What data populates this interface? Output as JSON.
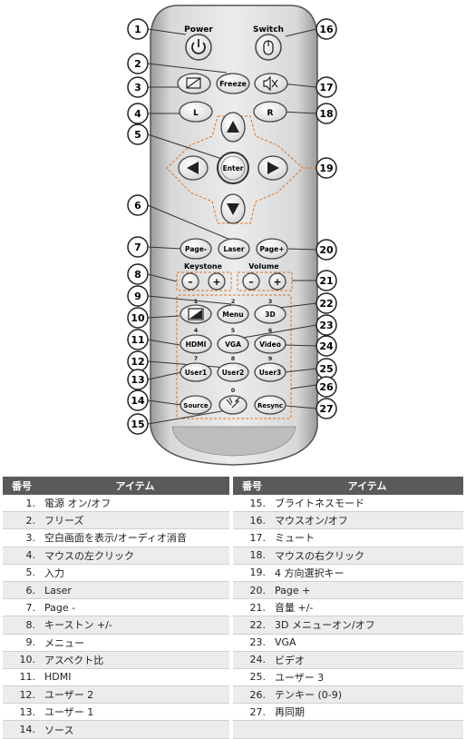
{
  "diagram": {
    "labels": {
      "power": "Power",
      "switch": "Switch",
      "freeze": "Freeze",
      "l": "L",
      "r": "R",
      "enter": "Enter",
      "laser": "Laser",
      "page_minus": "Page-",
      "page_plus": "Page+",
      "keystone": "Keystone",
      "volume": "Volume",
      "minus": "–",
      "plus": "+",
      "menu": "Menu",
      "three_d": "3D",
      "hdmi": "HDMI",
      "vga": "VGA",
      "video": "Video",
      "user1": "User1",
      "user2": "User2",
      "user3": "User3",
      "source": "Source",
      "resync": "Resync",
      "digit_1": "1",
      "digit_2": "2",
      "digit_3": "3",
      "digit_4": "4",
      "digit_5": "5",
      "digit_6": "6",
      "digit_7": "7",
      "digit_8": "8",
      "digit_9": "9",
      "digit_0": "0"
    },
    "callouts": [
      "1",
      "2",
      "3",
      "4",
      "5",
      "6",
      "7",
      "8",
      "9",
      "10",
      "11",
      "12",
      "13",
      "14",
      "15",
      "16",
      "17",
      "18",
      "19",
      "20",
      "21",
      "22",
      "23",
      "24",
      "25",
      "26",
      "27"
    ]
  },
  "table": {
    "header_num": "番号",
    "header_item": "アイテム",
    "left_rows": [
      {
        "num": "1.",
        "label": "電源 オン/オフ"
      },
      {
        "num": "2.",
        "label": "フリーズ"
      },
      {
        "num": "3.",
        "label": "空白画面を表示/オーディオ消音"
      },
      {
        "num": "4.",
        "label": "マウスの左クリック"
      },
      {
        "num": "5.",
        "label": "入力"
      },
      {
        "num": "6.",
        "label": "Laser"
      },
      {
        "num": "7.",
        "label": "Page -"
      },
      {
        "num": "8.",
        "label": "キーストン +/-"
      },
      {
        "num": "9.",
        "label": "メニュー"
      },
      {
        "num": "10.",
        "label": "アスペクト比"
      },
      {
        "num": "11.",
        "label": "HDMI"
      },
      {
        "num": "12.",
        "label": "ユーザー 2"
      },
      {
        "num": "13.",
        "label": "ユーザー 1"
      },
      {
        "num": "14.",
        "label": "ソース"
      }
    ],
    "right_rows": [
      {
        "num": "15.",
        "label": "ブライトネスモード"
      },
      {
        "num": "16.",
        "label": "マウスオン/オフ"
      },
      {
        "num": "17.",
        "label": "ミュート"
      },
      {
        "num": "18.",
        "label": "マウスの右クリック"
      },
      {
        "num": "19.",
        "label": "4 方向選択キー"
      },
      {
        "num": "20.",
        "label": "Page +"
      },
      {
        "num": "21.",
        "label": "音量 +/-"
      },
      {
        "num": "22.",
        "label": "3D メニューオン/オフ"
      },
      {
        "num": "23.",
        "label": "VGA"
      },
      {
        "num": "24.",
        "label": "ビデオ"
      },
      {
        "num": "25.",
        "label": "ユーザー 3"
      },
      {
        "num": "26.",
        "label": "テンキー (0-9)"
      },
      {
        "num": "27.",
        "label": "再同期"
      },
      {
        "num": "",
        "label": ""
      }
    ]
  }
}
